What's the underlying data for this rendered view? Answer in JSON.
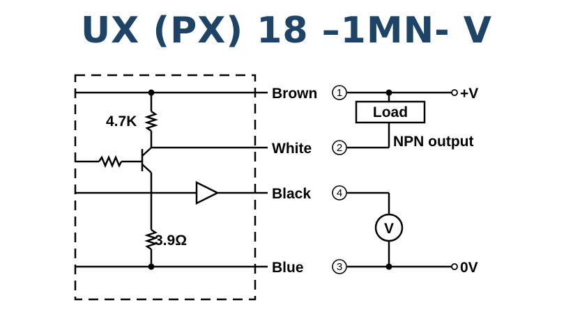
{
  "title": "UX (PX) 18 –1MN- V",
  "wires": [
    {
      "color": "Brown",
      "number": "1",
      "terminal": "+V"
    },
    {
      "color": "White",
      "number": "2",
      "terminal": "NPN output"
    },
    {
      "color": "Black",
      "number": "4",
      "terminal": ""
    },
    {
      "color": "Blue",
      "number": "3",
      "terminal": "0V"
    }
  ],
  "components": {
    "pullup_resistor": "4.7K",
    "emitter_resistor": "3.9Ω",
    "load": "Load",
    "voltmeter": "V"
  }
}
